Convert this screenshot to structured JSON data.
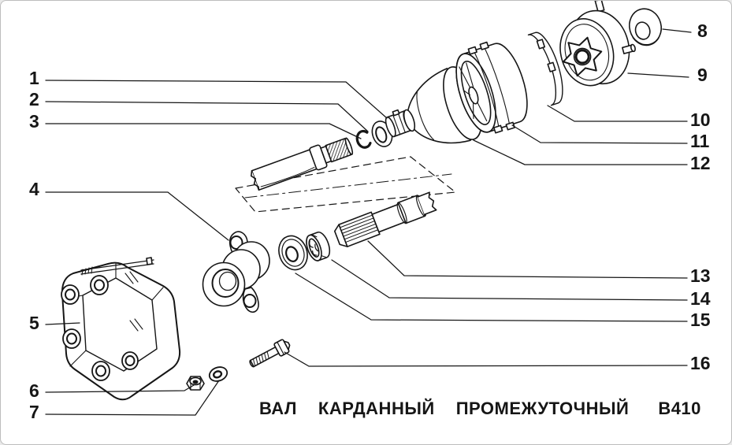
{
  "figure": {
    "caption": {
      "word1": "ВАЛ",
      "word2": "КАРДАННЫЙ",
      "word3": "ПРОМЕЖУТОЧНЫЙ",
      "code": "В410"
    },
    "callouts": [
      {
        "label": "1"
      },
      {
        "label": "2"
      },
      {
        "label": "3"
      },
      {
        "label": "4"
      },
      {
        "label": "5"
      },
      {
        "label": "6"
      },
      {
        "label": "7"
      },
      {
        "label": "8"
      },
      {
        "label": "9"
      },
      {
        "label": "10"
      },
      {
        "label": "11"
      },
      {
        "label": "12"
      },
      {
        "label": "13"
      },
      {
        "label": "14"
      },
      {
        "label": "15"
      },
      {
        "label": "16"
      }
    ]
  },
  "colors": {
    "ink": "#161616",
    "paper": "#ffffff",
    "frame": "#bdbdbd"
  }
}
